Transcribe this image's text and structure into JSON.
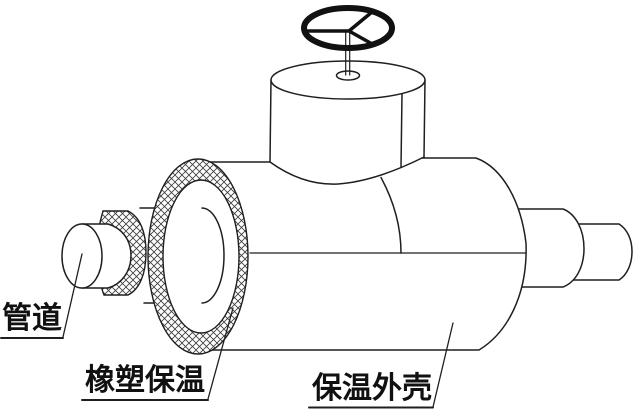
{
  "diagram": {
    "background_color": "#ffffff",
    "line_color": "#1f1f1f",
    "handwheel_color": "#111111",
    "labels": {
      "pipe": "管道",
      "rubber_insulation": "橡塑保温",
      "insulation_shell": "保温外壳"
    }
  }
}
